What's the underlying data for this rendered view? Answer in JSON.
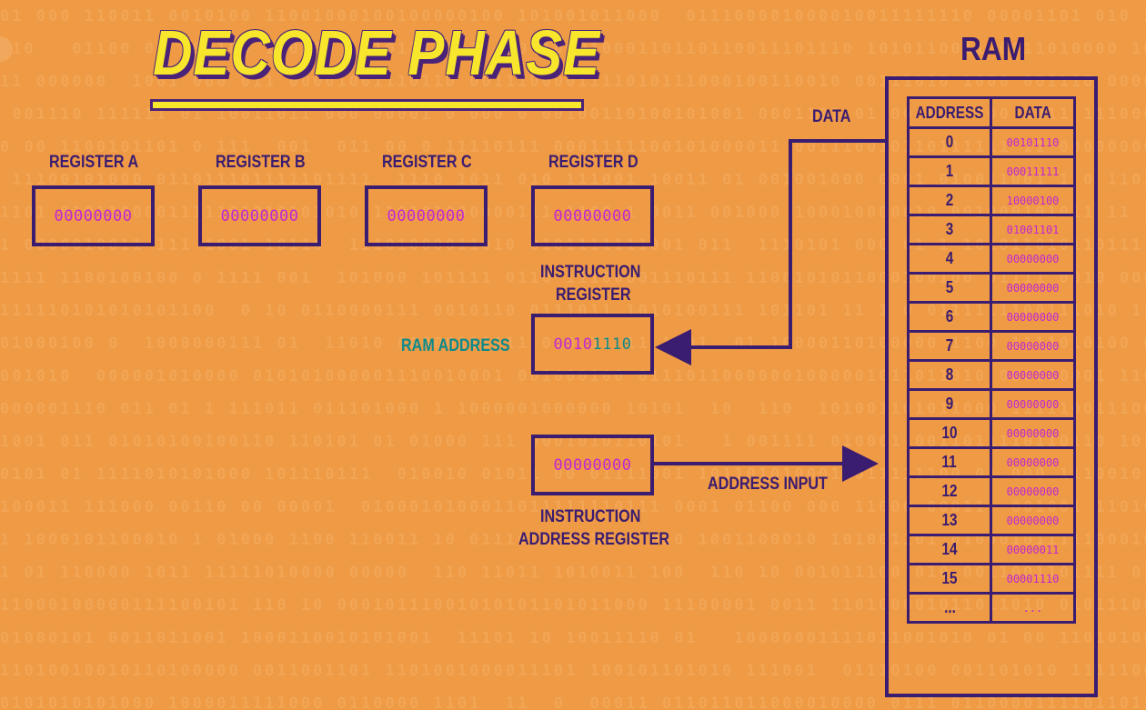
{
  "title": "DECODE PHASE",
  "registers": [
    {
      "label": "REGISTER A",
      "value": "00000000"
    },
    {
      "label": "REGISTER B",
      "value": "00000000"
    },
    {
      "label": "REGISTER C",
      "value": "00000000"
    },
    {
      "label": "REGISTER D",
      "value": "00000000"
    }
  ],
  "instruction_register": {
    "label_line1": "INSTRUCTION",
    "label_line2": "REGISTER",
    "value_opcode": "0010",
    "value_address": "1110"
  },
  "ram_address_label": "RAM ADDRESS",
  "instruction_address_register": {
    "label_line1": "INSTRUCTION",
    "label_line2": "ADDRESS REGISTER",
    "value": "00000000"
  },
  "address_input_label": "ADDRESS INPUT",
  "data_label": "DATA",
  "ram": {
    "title": "RAM",
    "col_address": "ADDRESS",
    "col_data": "DATA",
    "rows": [
      {
        "address": "0",
        "data": "00101110"
      },
      {
        "address": "1",
        "data": "00011111"
      },
      {
        "address": "2",
        "data": "10000100"
      },
      {
        "address": "3",
        "data": "01001101"
      },
      {
        "address": "4",
        "data": "00000000"
      },
      {
        "address": "5",
        "data": "00000000"
      },
      {
        "address": "6",
        "data": "00000000"
      },
      {
        "address": "7",
        "data": "00000000"
      },
      {
        "address": "8",
        "data": "00000000"
      },
      {
        "address": "9",
        "data": "00000000"
      },
      {
        "address": "10",
        "data": "00000000"
      },
      {
        "address": "11",
        "data": "00000000"
      },
      {
        "address": "12",
        "data": "00000000"
      },
      {
        "address": "13",
        "data": "00000000"
      },
      {
        "address": "14",
        "data": "00000011"
      },
      {
        "address": "15",
        "data": "00001110"
      },
      {
        "address": "...",
        "data": "..."
      }
    ]
  },
  "colors": {
    "background": "#ef9a45",
    "outline": "#3a1c70",
    "title_fill": "#f7e62b",
    "value_magenta": "#c026d3",
    "address_teal": "#0e8a8a"
  }
}
